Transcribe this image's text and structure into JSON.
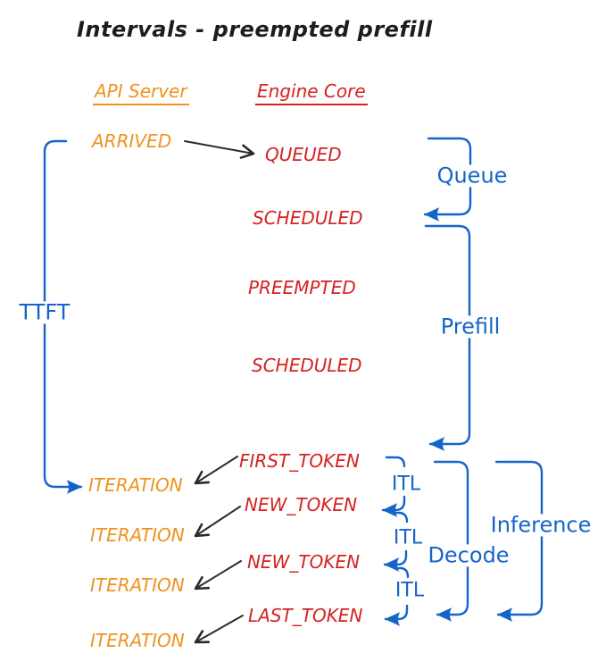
{
  "title": "Intervals - preempted prefill",
  "columns": {
    "api_server": "API Server",
    "engine_core": "Engine Core"
  },
  "api_events": {
    "arrived": "ARRIVED",
    "iteration_1": "ITERATION",
    "iteration_2": "ITERATION",
    "iteration_3": "ITERATION",
    "iteration_4": "ITERATION"
  },
  "engine_events": {
    "queued": "QUEUED",
    "scheduled_1": "SCHEDULED",
    "preempted": "PREEMPTED",
    "scheduled_2": "SCHEDULED",
    "first_token": "FIRST_TOKEN",
    "new_token_1": "NEW_TOKEN",
    "new_token_2": "NEW_TOKEN",
    "last_token": "LAST_TOKEN"
  },
  "intervals": {
    "ttft": "TTFT",
    "queue": "Queue",
    "prefill": "Prefill",
    "decode": "Decode",
    "inference": "Inference",
    "itl_1": "ITL",
    "itl_2": "ITL",
    "itl_3": "ITL"
  },
  "colors": {
    "api_server": "#F0921E",
    "engine_core": "#D52122",
    "interval": "#1565C8",
    "flow_arrow": "#2B2B2B",
    "title": "#1D1D1D",
    "background": "#FFFFFF"
  }
}
